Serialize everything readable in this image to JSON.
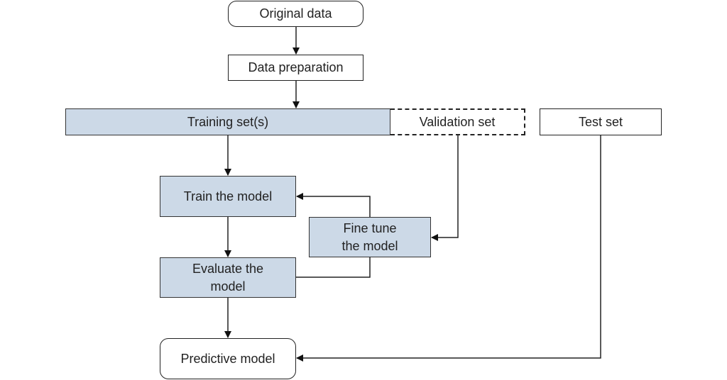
{
  "diagram": {
    "nodes": {
      "original_data": "Original data",
      "data_preparation": "Data preparation",
      "training_sets": "Training set(s)",
      "validation_set": "Validation set",
      "test_set": "Test set",
      "train_model": "Train the model",
      "fine_tune_line1": "Fine tune",
      "fine_tune_line2": "the model",
      "evaluate_line1": "Evaluate the",
      "evaluate_line2": "model",
      "predictive_model": "Predictive model"
    },
    "edges": [
      {
        "from": "Original data",
        "to": "Data preparation"
      },
      {
        "from": "Data preparation",
        "to": "Training set(s)"
      },
      {
        "from": "Training set(s)",
        "to": "Train the model"
      },
      {
        "from": "Train the model",
        "to": "Evaluate the model"
      },
      {
        "from": "Evaluate the model",
        "to": "Fine tune the model"
      },
      {
        "from": "Fine tune the model",
        "to": "Train the model"
      },
      {
        "from": "Validation set",
        "to": "Fine tune the model"
      },
      {
        "from": "Evaluate the model",
        "to": "Predictive model"
      },
      {
        "from": "Test set",
        "to": "Predictive model"
      }
    ],
    "colors": {
      "fill": "#ccd9e7",
      "stroke": "#222222"
    }
  }
}
